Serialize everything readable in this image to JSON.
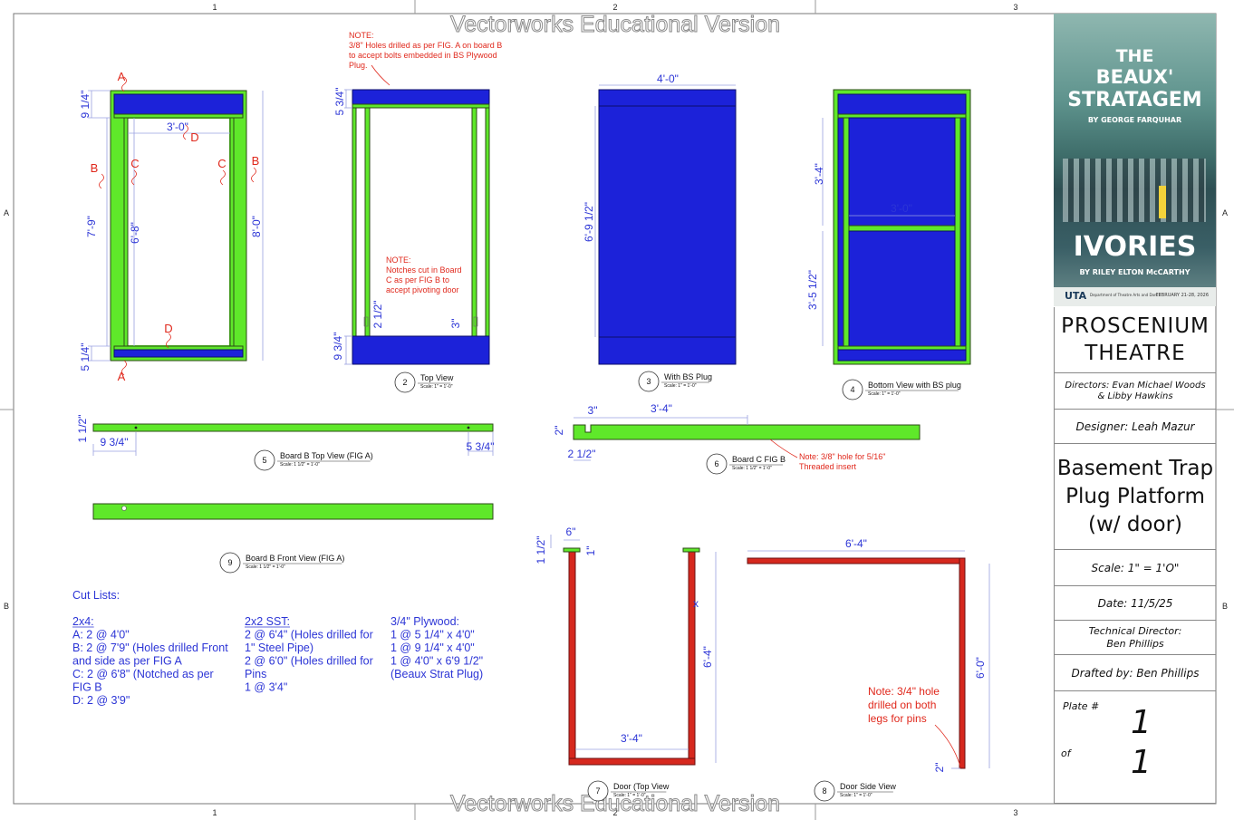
{
  "watermark": "Vectorworks Educational Version",
  "grid": {
    "columns": [
      "1",
      "2",
      "3"
    ],
    "rows": [
      "A",
      "B"
    ]
  },
  "notes": {
    "holes_line1": "NOTE:",
    "holes_line2": "3/8\" Holes drilled as per FIG. A on board B",
    "holes_line3": "to accept bolts embedded in BS Plywood",
    "holes_line4": "Plug.",
    "notch_line1": "NOTE:",
    "notch_line2": "Notches cut in Board",
    "notch_line3": "C as per FIG B to",
    "notch_line4": "accept pivoting door",
    "insert_line1": "Note: 3/8\" hole for 5/16\"",
    "insert_line2": "Threaded insert",
    "pins_line1": "Note: 3/4\" hole",
    "pins_line2": "drilled on both",
    "pins_line3": "legs for pins"
  },
  "labels": {
    "A": "A",
    "B": "B",
    "C": "C",
    "D": "D",
    "x": "x"
  },
  "dims": {
    "v1_9_14": "9 1/4\"",
    "v1_3_0": "3'-0\"",
    "v1_7_9": "7'-9\"",
    "v1_6_8": "6'-8\"",
    "v1_8_0": "8'-0\"",
    "v1_5_14": "5 1/4\"",
    "v2_5_34": "5 3/4\"",
    "v2_2_12": "2 1/2\"",
    "v2_3": "3\"",
    "v2_9_34": "9 3/4\"",
    "v3_4_0": "4'-0\"",
    "v3_6_9_12": "6'-9 1/2\"",
    "v4_3_4": "3'-4\"",
    "v4_3_0": "3'-0\"",
    "v4_3_5_12": "3'-5 1/2\"",
    "v5_1_12": "1 1/2\"",
    "v5_9_34": "9 3/4\"",
    "v5_5_34": "5 3/4\"",
    "v6_3": "3\"",
    "v6_3_4": "3'-4\"",
    "v6_2": "2\"",
    "v6_2_12": "2 1/2\"",
    "v7_1_12": "1 1/2\"",
    "v7_6": "6\"",
    "v7_1": "1\"",
    "v7_6_4": "6'-4\"",
    "v7_3_4": "3'-4\"",
    "v8_6_4": "6'-4\"",
    "v8_6_0": "6'-0\"",
    "v8_2": "2\""
  },
  "views": [
    {
      "num": "2",
      "title": "Top View",
      "scale": "Scale: 1\" = 1'-0\""
    },
    {
      "num": "3",
      "title": "With BS Plug",
      "scale": "Scale: 1\" = 1'-0\""
    },
    {
      "num": "4",
      "title": "Bottom View with BS plug",
      "scale": "Scale: 1\" = 1'-0\""
    },
    {
      "num": "5",
      "title": "Board B Top View (FIG A)",
      "scale": "Scale: 1 1/2\" = 1'-0\""
    },
    {
      "num": "6",
      "title": "Board C FIG B",
      "scale": "Scale: 1 1/2\" = 1'-0\""
    },
    {
      "num": "9",
      "title": "Board B Front View (FIG A)",
      "scale": "Scale: 1 1/2\" = 1'-0\""
    },
    {
      "num": "7",
      "title": "Door (Top View",
      "scale": "Scale: 1\" = 1'-0\""
    },
    {
      "num": "8",
      "title": "Door Side View",
      "scale": "Scale: 1\" = 1'-0\""
    }
  ],
  "cut_lists": {
    "heading": "Cut Lists:",
    "col1": [
      "2x4:",
      "A: 2 @ 4'0\"",
      "B: 2 @ 7'9\" (Holes drilled Front",
      "and side as per FIG A",
      "C: 2 @ 6'8\" (Notched as per",
      "FIG B",
      "D: 2 @ 3'9\""
    ],
    "col2": [
      "2x2 SST:",
      "2 @ 6'4\" (Holes drilled for",
      "1\" Steel Pipe)",
      "2 @ 6'0\" (Holes drilled for",
      "Pins",
      "1 @ 3'4\""
    ],
    "col3": [
      "3/4\" Plywood:",
      "1 @ 5 1/4\" x 4'0\"",
      "1 @ 9 1/4\" x 4'0\"",
      "1 @ 4'0\" x 6'9 1/2\"",
      "(Beaux Strat Plug)"
    ]
  },
  "poster": {
    "line1": "THE",
    "line2": "BEAUX'",
    "line3": "STRATAGEM",
    "line4": "BY GEORGE FARQUHAR",
    "line5": "IVORIES",
    "line6": "BY RILEY ELTON McCARTHY",
    "line7": "UTA",
    "line8": "Department of Theatre Arts and Dance",
    "line9": "FEBRUARY 21-28, 2026"
  },
  "title_block": {
    "theatre_line1": "PROSCENIUM",
    "theatre_line2": "THEATRE",
    "directors_line1": "Directors: Evan Michael Woods",
    "directors_line2": "& Libby Hawkins",
    "designer": "Designer: Leah Mazur",
    "title_line1": "Basement Trap",
    "title_line2": "Plug Platform",
    "title_line3": "(w/ door)",
    "scale": "Scale: 1\" = 1'O\"",
    "date": "Date: 11/5/25",
    "td_line1": "Technical Director:",
    "td_line2": "Ben Phillips",
    "drafted": "Drafted by: Ben Phillips",
    "plate_label": "Plate #",
    "plate_num": "1",
    "of_label": "of",
    "plate_total": "1"
  },
  "colors": {
    "lumber": "#5fe82a",
    "plywood": "#1c22d9",
    "steel": "#d6281e",
    "dimension": "#2c35d6",
    "note": "#e0281c"
  }
}
